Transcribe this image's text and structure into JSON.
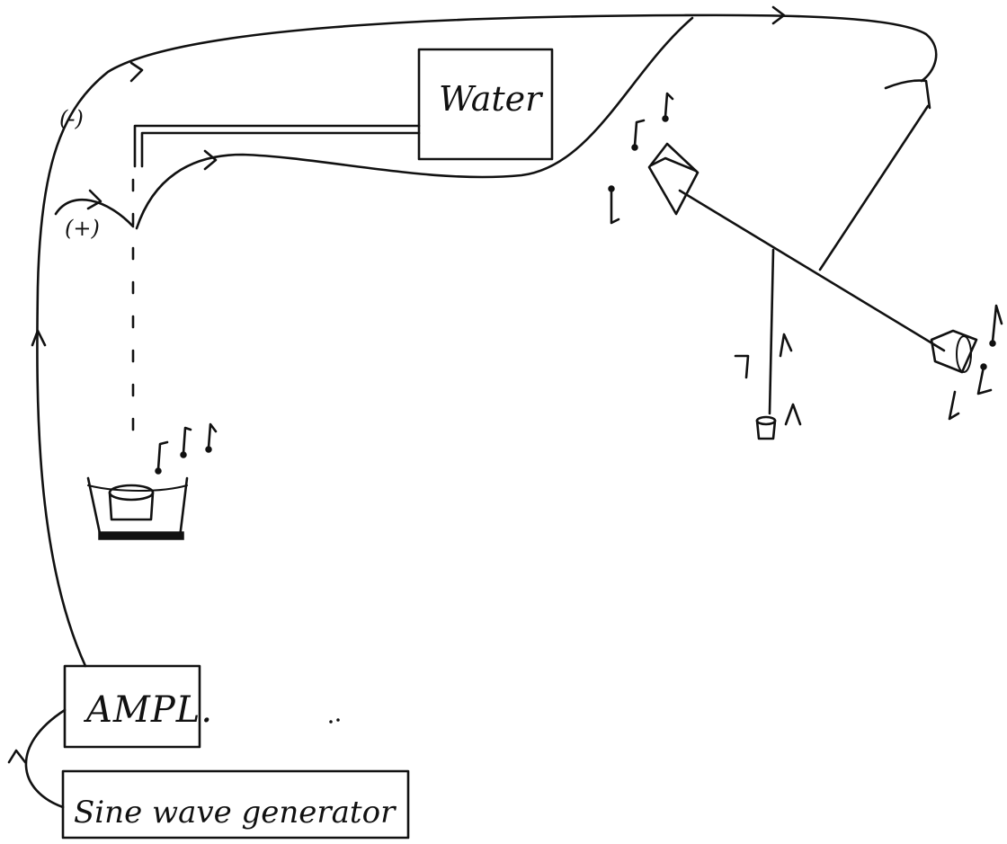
{
  "boxes": {
    "water": "Water",
    "amplifier": "AMPL.",
    "generator": "Sine wave generator"
  },
  "polarity": {
    "negative": "(-)",
    "positive": "(+)"
  },
  "colors": {
    "ink": "#111111",
    "background": "#ffffff"
  },
  "icons": [
    "music-note-icon",
    "speaker-icon",
    "bucket-icon",
    "arrow-head-icon"
  ]
}
